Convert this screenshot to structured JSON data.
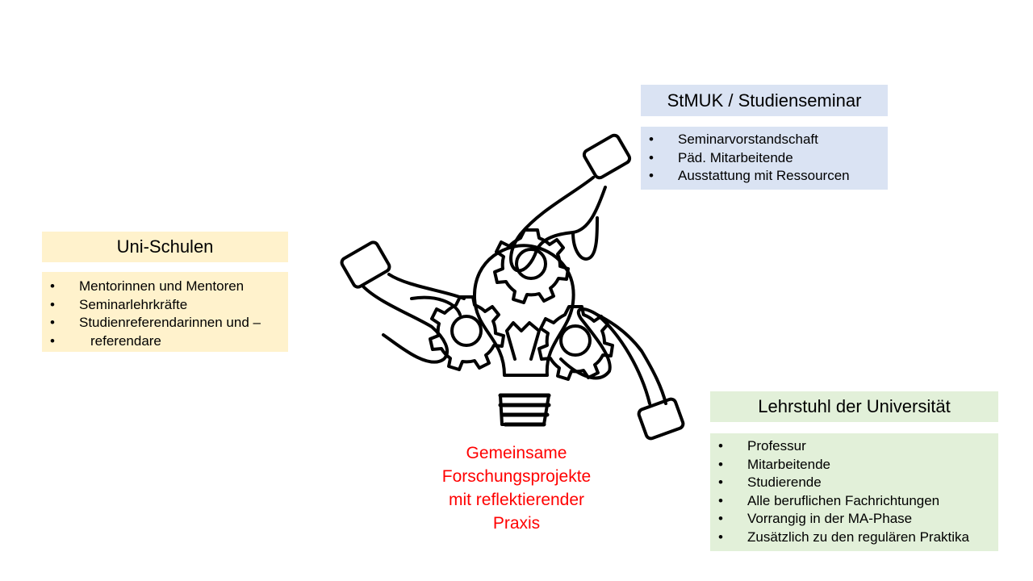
{
  "boxes": {
    "uni_schulen": {
      "title": "Uni-Schulen",
      "items": [
        "Mentorinnen und Mentoren",
        "Seminarlehrkräfte",
        "Studienreferendarinnen und –",
        "referendare"
      ],
      "color": "#fff2cc"
    },
    "stmuk": {
      "title": "StMUK / Studienseminar",
      "items": [
        "Seminarvorstandschaft",
        "Päd. Mitarbeitende",
        "Ausstattung mit Ressourcen"
      ],
      "color": "#dae3f3"
    },
    "lehrstuhl": {
      "title": "Lehrstuhl der Universität",
      "items": [
        "Professur",
        "Mitarbeitende",
        "Studierende",
        "Alle beruflichen Fachrichtungen",
        "Vorrangig in der MA-Phase",
        "Zusätzlich zu den regulären Praktika"
      ],
      "color": "#e2f0d9"
    }
  },
  "center": {
    "text": "Gemeinsame\nForschungsprojekte\nmit reflektierender\nPraxis",
    "color": "#ff0000"
  },
  "graphic": {
    "icon": "hands-gears-lightbulb-icon"
  }
}
